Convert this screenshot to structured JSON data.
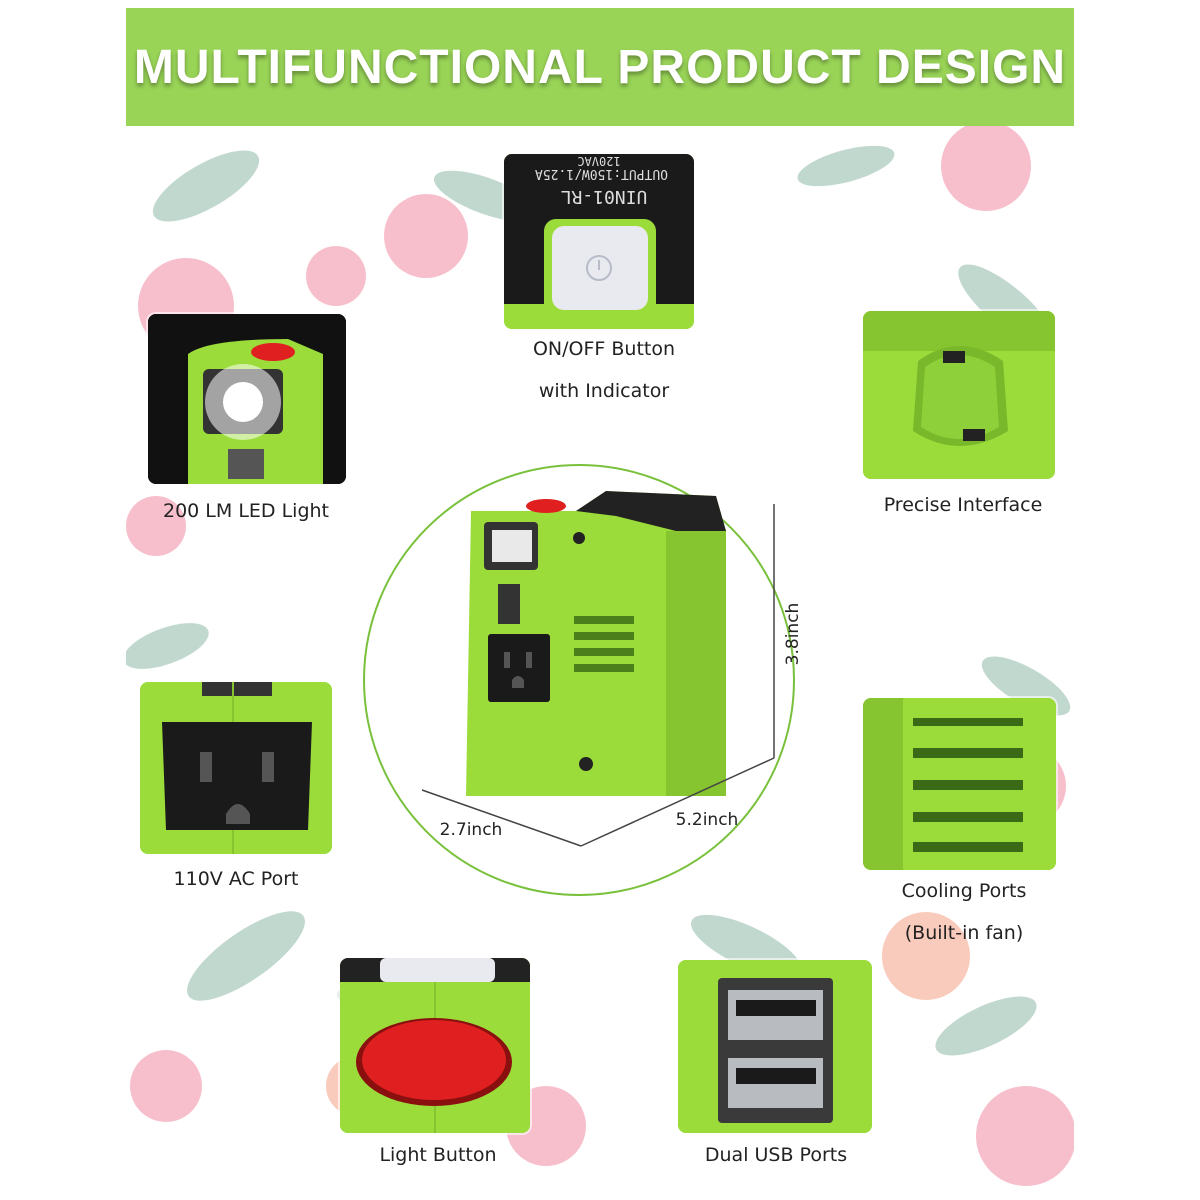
{
  "banner": {
    "title": "MULTIFUNCTIONAL PRODUCT DESIGN"
  },
  "colors": {
    "accent_green": "#99d457",
    "device_green": "#9bdc3a",
    "button_red": "#e02020"
  },
  "device_label": {
    "model": "UIN01-RL",
    "output": "OUTPUT:150W/1.25A",
    "voltage": "120VAC"
  },
  "features": {
    "on_off": {
      "line1": "ON/OFF Button",
      "line2": "with Indicator"
    },
    "led": "200 LM LED Light",
    "interface": "Precise Interface",
    "ac_port": "110V AC Port",
    "cooling": {
      "line1": "Cooling Ports",
      "line2": "(Built-in fan)"
    },
    "light_button": "Light Button",
    "usb": "Dual USB Ports"
  },
  "dimensions": {
    "height": "3.8inch",
    "depth": "2.7inch",
    "width": "5.2inch"
  }
}
